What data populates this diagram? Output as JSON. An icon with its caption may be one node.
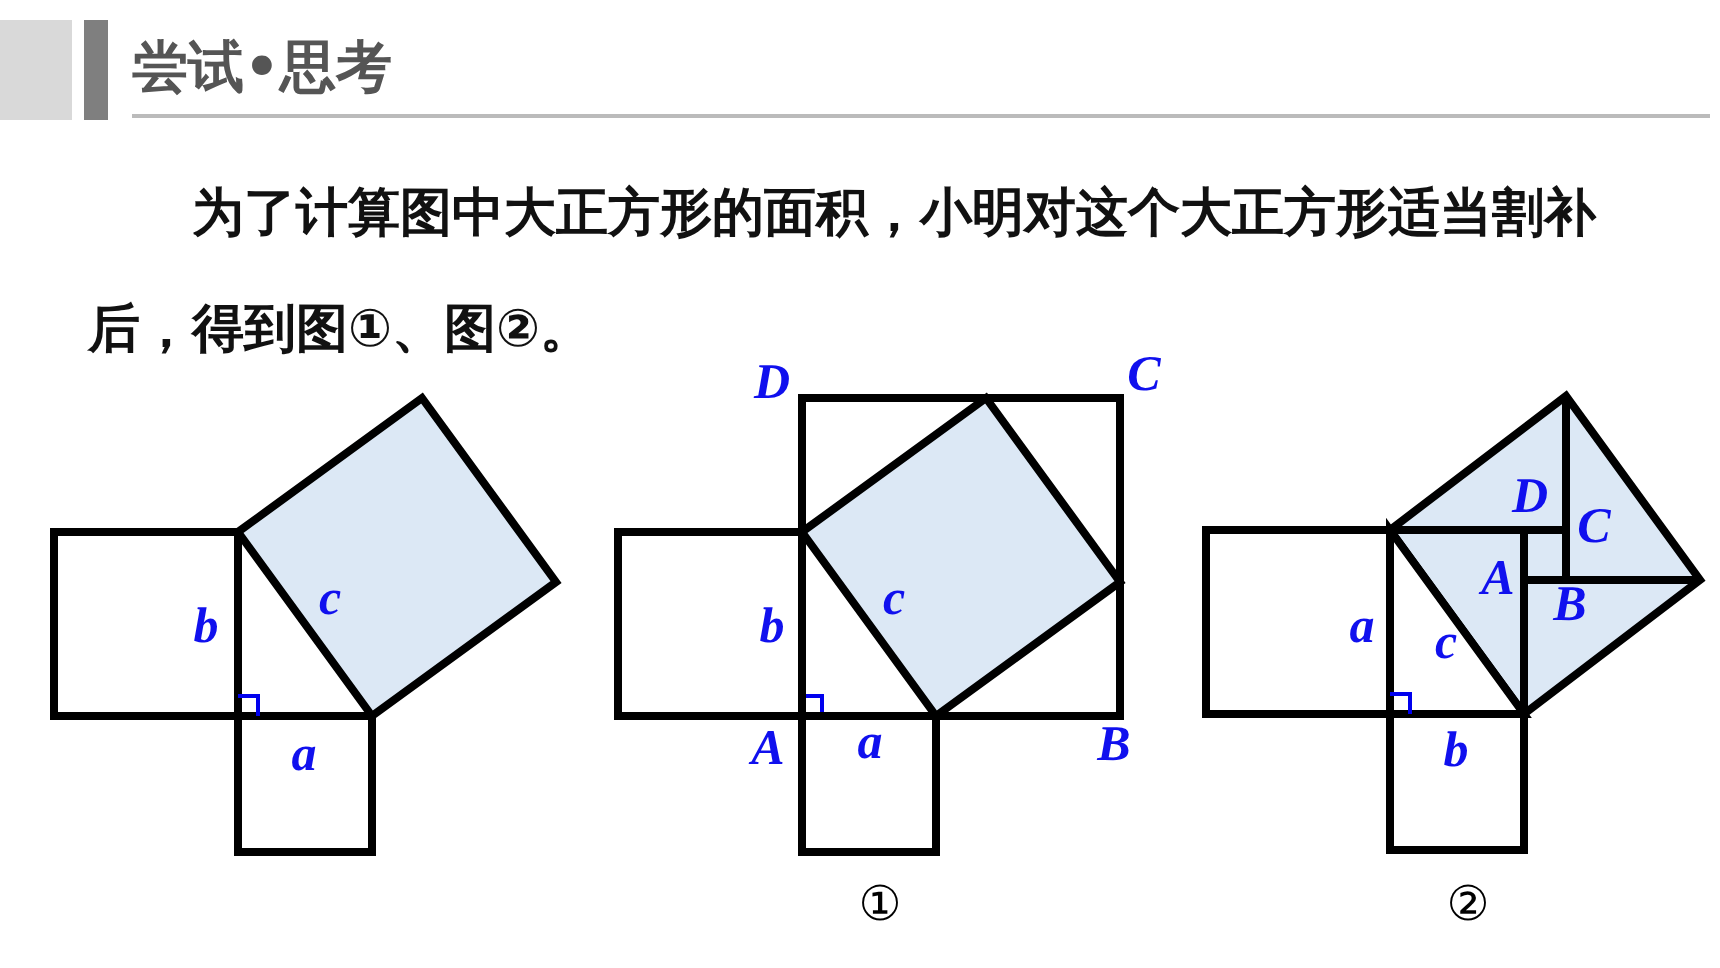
{
  "diagram": {
    "title": "尝试•思考",
    "labels": [
      "为了计算图中大正方形的面积，小明对这个大正方形适当割补后，得到图①、图②。",
      "b",
      "c",
      "a",
      "D",
      "C",
      "b",
      "c",
      "A",
      "a",
      "B",
      "①",
      "D",
      "C",
      "A",
      "a",
      "c",
      "B",
      "b",
      "②"
    ]
  }
}
